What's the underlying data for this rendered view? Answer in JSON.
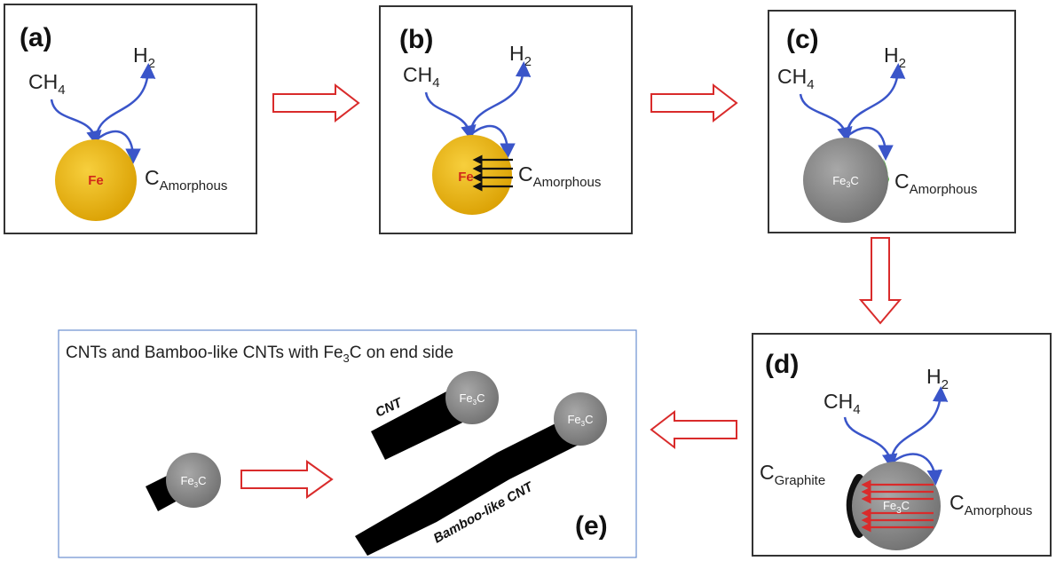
{
  "panels": {
    "a": {
      "label": "(a)",
      "particle": "Fe"
    },
    "b": {
      "label": "(b)",
      "particle": "Fe"
    },
    "c": {
      "label": "(c)",
      "particle_main": "Fe",
      "particle_sub": "3",
      "particle_tail": "C"
    },
    "d": {
      "label": "(d)",
      "particle_main": "Fe",
      "particle_sub": "3",
      "particle_tail": "C"
    },
    "e": {
      "label": "(e)"
    }
  },
  "gases": {
    "methane_main": "CH",
    "methane_sub": "4",
    "hydrogen_main": "H",
    "hydrogen_sub": "2"
  },
  "carbon": {
    "main": "C",
    "amorphous_sub": "Amorphous",
    "graphite_sub": "Graphite"
  },
  "panel_e": {
    "caption_main": "CNTs and Bamboo-like CNTs with Fe",
    "caption_sub": "3",
    "caption_tail": "C on end side",
    "particle_main": "Fe",
    "particle_sub": "3",
    "particle_tail": "C",
    "cnt_label": "CNT",
    "bamboo_label": "Bamboo-like CNT"
  },
  "colors": {
    "fe": "#e6b400",
    "fe3c": "#8c8c8c",
    "amorphous": "#4caf3a",
    "flow_arrow": "#3a55c9",
    "process_arrow": "#d92b2b",
    "frame": "#333333",
    "frame_e": "#6b8fd0"
  }
}
